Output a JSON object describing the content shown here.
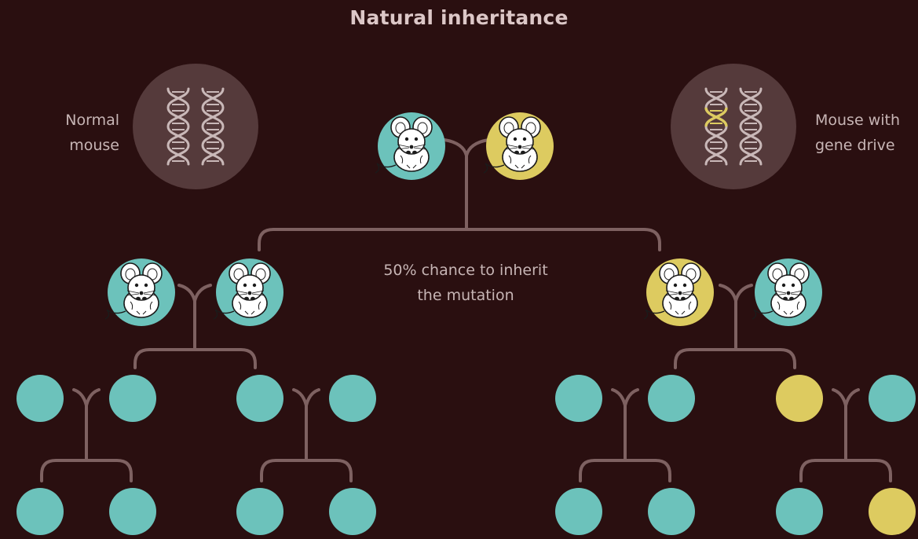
{
  "title": "Natural inheritance",
  "legend": {
    "normal": [
      "Normal",
      "mouse"
    ],
    "drive": [
      "Mouse with",
      "gene drive"
    ]
  },
  "annotation": [
    "50% chance to inherit",
    "the mutation"
  ],
  "colors": {
    "background": "#2a0f10",
    "normal": "#6cc2bb",
    "drive": "#ddcb60",
    "line": "#7e6161",
    "legend_circle": "#553a3b",
    "dna": "#c9b8b8",
    "text": "#c7b5b5"
  },
  "pedigree": {
    "generation_1": [
      "normal",
      "drive"
    ],
    "generation_2": {
      "left_pair": [
        "normal",
        "normal"
      ],
      "right_pair": [
        "drive",
        "normal"
      ]
    },
    "generation_3": {
      "left": [
        [
          "normal",
          "normal"
        ],
        [
          "normal",
          "normal"
        ]
      ],
      "right": [
        [
          "normal",
          "normal"
        ],
        [
          "drive",
          "normal"
        ]
      ]
    },
    "generation_4": {
      "left": [
        [
          "normal",
          "normal"
        ],
        [
          "normal",
          "normal"
        ]
      ],
      "right": [
        [
          "normal",
          "normal"
        ],
        [
          "normal",
          "drive"
        ]
      ]
    }
  }
}
